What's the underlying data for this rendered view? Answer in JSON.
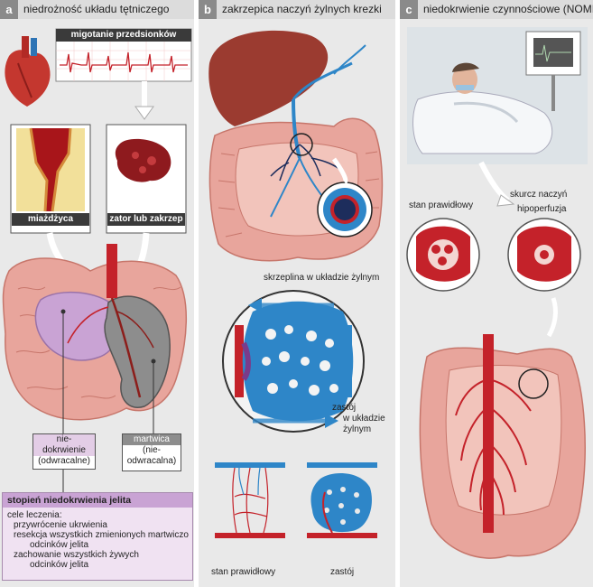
{
  "panels": {
    "a": {
      "tag": "a",
      "title": "niedrożność układu tętniczego",
      "ecg_label": "migotanie przedsionków",
      "plaque_label": "miażdżyca",
      "embolus_label": "zator lub zakrzep",
      "ischemia_label": [
        "nie-",
        "dokrwienie",
        "(odwracalne)"
      ],
      "necrosis_label": [
        "martwica",
        "(nie-",
        "odwracalna)"
      ],
      "degree_title": "stopień niedokrwienia jelita",
      "goals_title": "cele leczenia:",
      "goals": [
        "przywrócenie ukrwienia",
        "resekcja wszystkich zmienionych martwiczo",
        "odcinków jelita",
        "zachowanie wszystkich żywych",
        "odcinków jelita"
      ]
    },
    "b": {
      "tag": "b",
      "title": "zakrzepica naczyń żylnych krezki",
      "clot_label": "skrzeplina w układzie żylnym",
      "stasis_label": [
        "zastój",
        "w układzie",
        "żylnym"
      ],
      "normal_label": "stan prawidłowy",
      "stasis_small_label": "zastój"
    },
    "c": {
      "tag": "c",
      "title": "niedokrwienie czynnościowe (NOMI)",
      "normal_label": "stan prawidłowy",
      "spasm_label": "skurcz naczyń",
      "hypo_label": "hipoperfuzja"
    }
  },
  "colors": {
    "artery": "#c4222a",
    "vein": "#2e86c8",
    "intestine": "#e8a59c",
    "ischemia": "#c9a3d4",
    "necrosis": "#8d8d8d",
    "liver": "#9b3b30",
    "panel_bg": "#e9e9e9",
    "purple_box": "#e3cde6"
  },
  "icons": [
    "heart-icon",
    "monitor-icon",
    "patient-bed-icon",
    "arrow-icon"
  ]
}
